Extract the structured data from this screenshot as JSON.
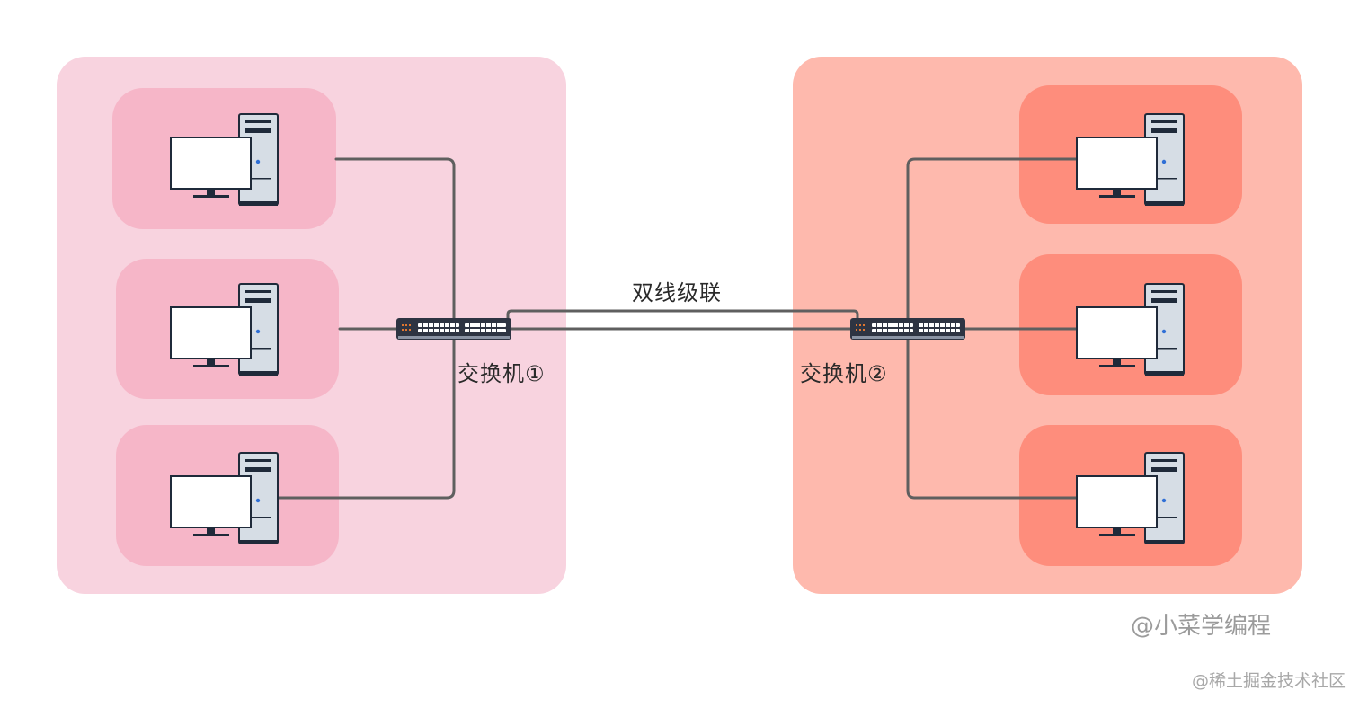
{
  "diagram": {
    "cascade_label": "双线级联",
    "switch_left_label": "交换机①",
    "switch_right_label": "交换机②"
  },
  "watermark": {
    "author": "@小菜学编程",
    "site": "@稀土掘金技术社区"
  },
  "colors": {
    "left_group_bg": "#f8d3df",
    "left_tile_bg": "#f6b6c8",
    "right_group_bg": "#feb9ad",
    "right_tile_bg": "#fe8d7c",
    "cable": "#5f5f5f",
    "switch_body": "#2e3442"
  },
  "icons": {
    "computer": "computer-icon",
    "switch": "network-switch-icon"
  }
}
